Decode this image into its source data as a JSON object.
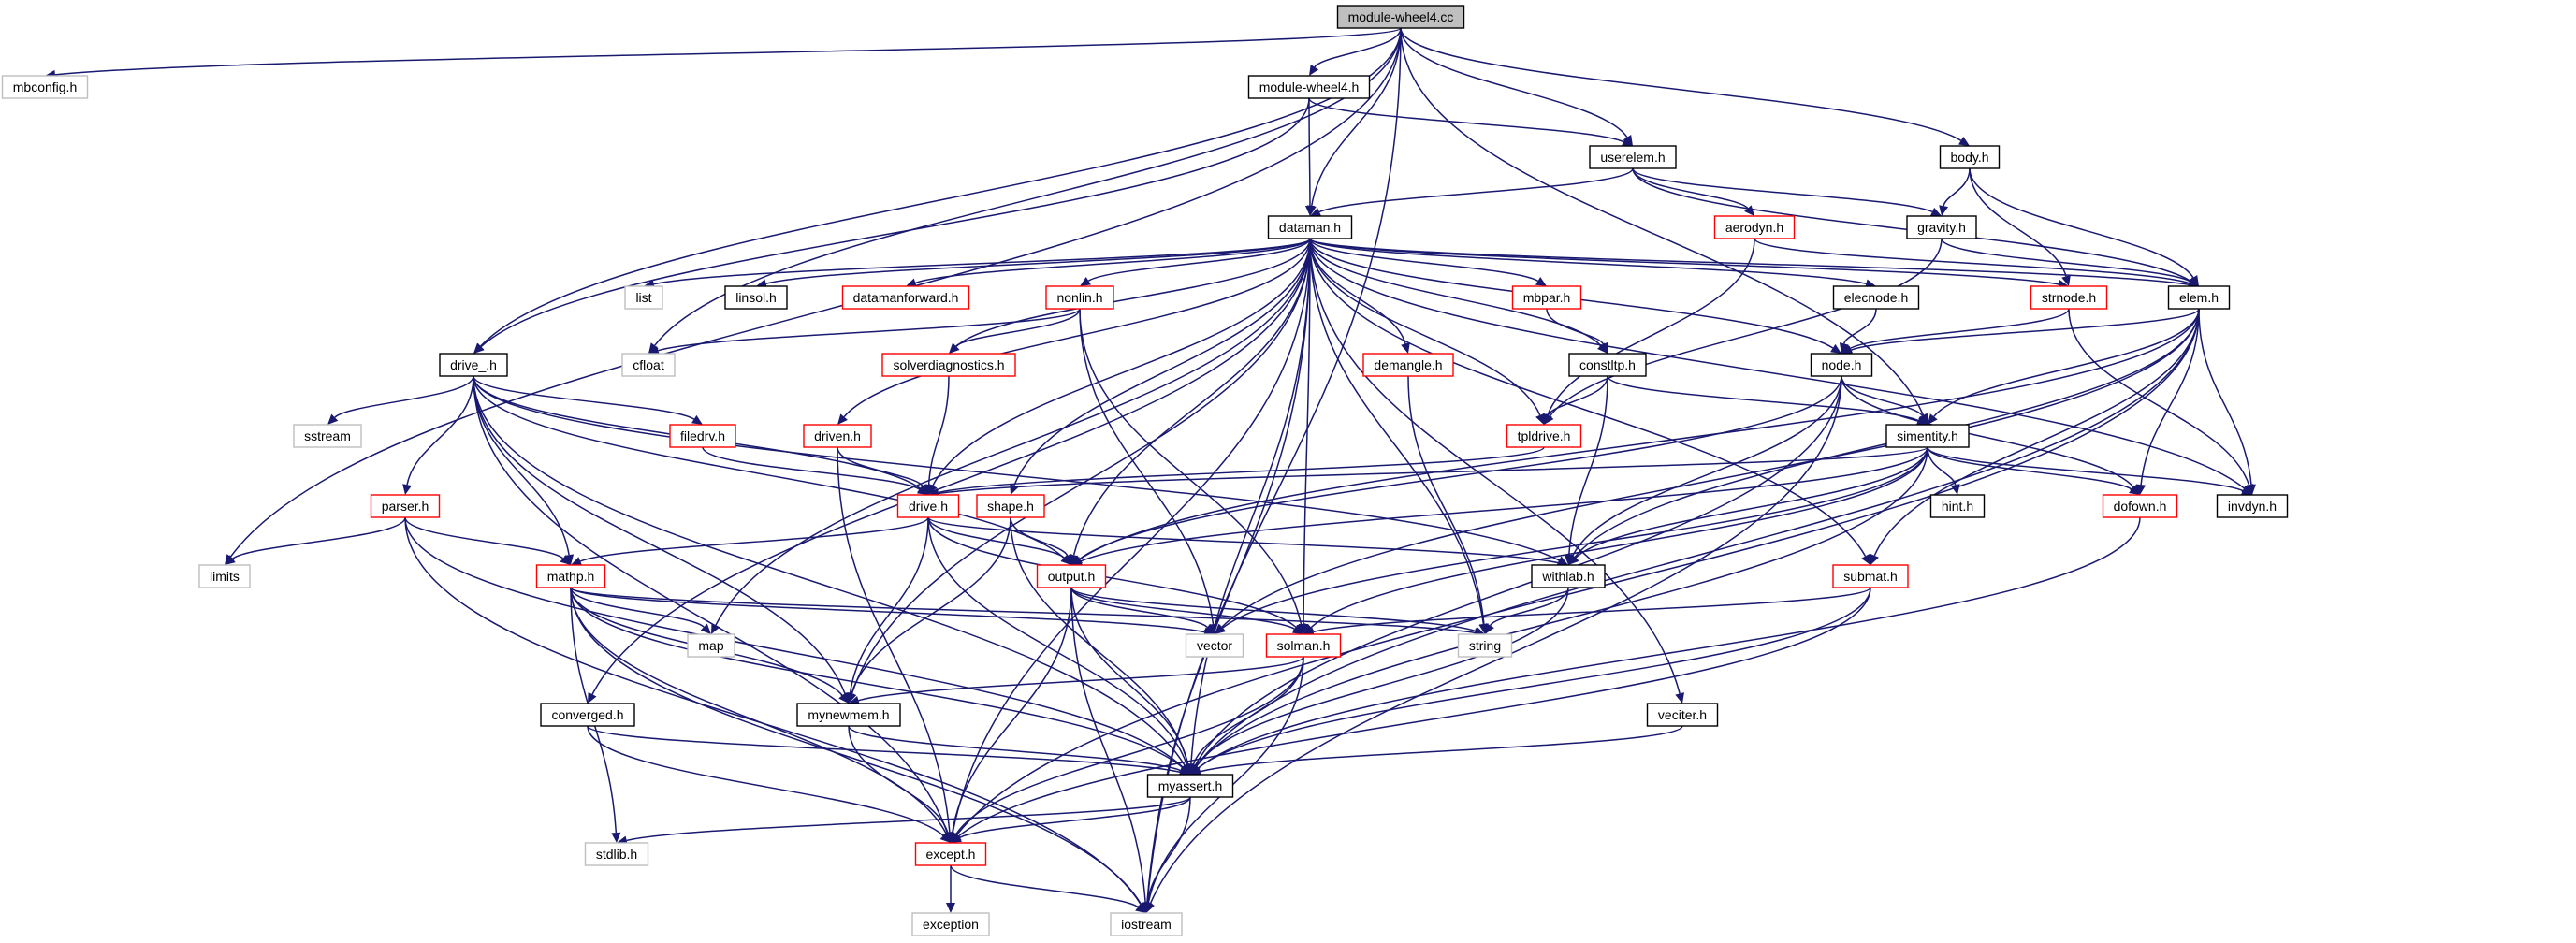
{
  "colors": {
    "edge": "#191970",
    "root_fill": "#bfbfbf",
    "border_black": "#000000",
    "border_red": "#ff0000",
    "border_gray": "#bfbfbf",
    "node_fill": "#ffffff"
  },
  "nodes": [
    {
      "id": "module-wheel4.cc",
      "label": "module-wheel4.cc",
      "style": "root"
    },
    {
      "id": "mbconfig.h",
      "label": "mbconfig.h",
      "style": "gray"
    },
    {
      "id": "module-wheel4.h",
      "label": "module-wheel4.h",
      "style": "black"
    },
    {
      "id": "userelem.h",
      "label": "userelem.h",
      "style": "black"
    },
    {
      "id": "body.h",
      "label": "body.h",
      "style": "black"
    },
    {
      "id": "dataman.h",
      "label": "dataman.h",
      "style": "black"
    },
    {
      "id": "aerodyn.h",
      "label": "aerodyn.h",
      "style": "red"
    },
    {
      "id": "gravity.h",
      "label": "gravity.h",
      "style": "black"
    },
    {
      "id": "list",
      "label": "list",
      "style": "gray"
    },
    {
      "id": "linsol.h",
      "label": "linsol.h",
      "style": "black"
    },
    {
      "id": "datamanforward.h",
      "label": "datamanforward.h",
      "style": "red"
    },
    {
      "id": "nonlin.h",
      "label": "nonlin.h",
      "style": "red"
    },
    {
      "id": "mbpar.h",
      "label": "mbpar.h",
      "style": "red"
    },
    {
      "id": "elecnode.h",
      "label": "elecnode.h",
      "style": "black"
    },
    {
      "id": "strnode.h",
      "label": "strnode.h",
      "style": "red"
    },
    {
      "id": "elem.h",
      "label": "elem.h",
      "style": "black"
    },
    {
      "id": "cfloat",
      "label": "cfloat",
      "style": "gray"
    },
    {
      "id": "drive_.h",
      "label": "drive_.h",
      "style": "black"
    },
    {
      "id": "solverdiagnostics.h",
      "label": "solverdiagnostics.h",
      "style": "red"
    },
    {
      "id": "demangle.h",
      "label": "demangle.h",
      "style": "red"
    },
    {
      "id": "constltp.h",
      "label": "constltp.h",
      "style": "black"
    },
    {
      "id": "node.h",
      "label": "node.h",
      "style": "black"
    },
    {
      "id": "sstream",
      "label": "sstream",
      "style": "gray"
    },
    {
      "id": "filedrv.h",
      "label": "filedrv.h",
      "style": "red"
    },
    {
      "id": "driven.h",
      "label": "driven.h",
      "style": "red"
    },
    {
      "id": "tpldrive.h",
      "label": "tpldrive.h",
      "style": "red"
    },
    {
      "id": "simentity.h",
      "label": "simentity.h",
      "style": "black"
    },
    {
      "id": "parser.h",
      "label": "parser.h",
      "style": "red"
    },
    {
      "id": "drive.h",
      "label": "drive.h",
      "style": "red"
    },
    {
      "id": "shape.h",
      "label": "shape.h",
      "style": "red"
    },
    {
      "id": "hint.h",
      "label": "hint.h",
      "style": "black"
    },
    {
      "id": "dofown.h",
      "label": "dofown.h",
      "style": "red"
    },
    {
      "id": "invdyn.h",
      "label": "invdyn.h",
      "style": "black"
    },
    {
      "id": "limits",
      "label": "limits",
      "style": "gray"
    },
    {
      "id": "mathp.h",
      "label": "mathp.h",
      "style": "red"
    },
    {
      "id": "output.h",
      "label": "output.h",
      "style": "red"
    },
    {
      "id": "withlab.h",
      "label": "withlab.h",
      "style": "black"
    },
    {
      "id": "submat.h",
      "label": "submat.h",
      "style": "red"
    },
    {
      "id": "map",
      "label": "map",
      "style": "gray"
    },
    {
      "id": "vector",
      "label": "vector",
      "style": "gray"
    },
    {
      "id": "solman.h",
      "label": "solman.h",
      "style": "red"
    },
    {
      "id": "string",
      "label": "string",
      "style": "gray"
    },
    {
      "id": "converged.h",
      "label": "converged.h",
      "style": "black"
    },
    {
      "id": "mynewmem.h",
      "label": "mynewmem.h",
      "style": "black"
    },
    {
      "id": "veciter.h",
      "label": "veciter.h",
      "style": "black"
    },
    {
      "id": "myassert.h",
      "label": "myassert.h",
      "style": "black"
    },
    {
      "id": "stdlib.h",
      "label": "stdlib.h",
      "style": "gray"
    },
    {
      "id": "except.h",
      "label": "except.h",
      "style": "red"
    },
    {
      "id": "exception",
      "label": "exception",
      "style": "gray"
    },
    {
      "id": "iostream",
      "label": "iostream",
      "style": "gray"
    }
  ],
  "edges": [
    [
      "module-wheel4.cc",
      "mbconfig.h"
    ],
    [
      "module-wheel4.cc",
      "module-wheel4.h"
    ],
    [
      "module-wheel4.cc",
      "userelem.h"
    ],
    [
      "module-wheel4.cc",
      "body.h"
    ],
    [
      "module-wheel4.cc",
      "dataman.h"
    ],
    [
      "module-wheel4.cc",
      "limits"
    ],
    [
      "module-wheel4.cc",
      "cfloat"
    ],
    [
      "module-wheel4.cc",
      "drive_.h"
    ],
    [
      "module-wheel4.cc",
      "simentity.h"
    ],
    [
      "module-wheel4.cc",
      "iostream"
    ],
    [
      "module-wheel4.h",
      "dataman.h"
    ],
    [
      "module-wheel4.h",
      "userelem.h"
    ],
    [
      "module-wheel4.h",
      "drive_.h"
    ],
    [
      "userelem.h",
      "dataman.h"
    ],
    [
      "userelem.h",
      "aerodyn.h"
    ],
    [
      "userelem.h",
      "gravity.h"
    ],
    [
      "userelem.h",
      "elem.h"
    ],
    [
      "body.h",
      "gravity.h"
    ],
    [
      "body.h",
      "elem.h"
    ],
    [
      "body.h",
      "strnode.h"
    ],
    [
      "aerodyn.h",
      "elem.h"
    ],
    [
      "aerodyn.h",
      "tpldrive.h"
    ],
    [
      "gravity.h",
      "elem.h"
    ],
    [
      "gravity.h",
      "tpldrive.h"
    ],
    [
      "dataman.h",
      "list"
    ],
    [
      "dataman.h",
      "linsol.h"
    ],
    [
      "dataman.h",
      "datamanforward.h"
    ],
    [
      "dataman.h",
      "nonlin.h"
    ],
    [
      "dataman.h",
      "mbpar.h"
    ],
    [
      "dataman.h",
      "elecnode.h"
    ],
    [
      "dataman.h",
      "strnode.h"
    ],
    [
      "dataman.h",
      "elem.h"
    ],
    [
      "dataman.h",
      "solverdiagnostics.h"
    ],
    [
      "dataman.h",
      "demangle.h"
    ],
    [
      "dataman.h",
      "constltp.h"
    ],
    [
      "dataman.h",
      "node.h"
    ],
    [
      "dataman.h",
      "driven.h"
    ],
    [
      "dataman.h",
      "tpldrive.h"
    ],
    [
      "dataman.h",
      "drive.h"
    ],
    [
      "dataman.h",
      "shape.h"
    ],
    [
      "dataman.h",
      "output.h"
    ],
    [
      "dataman.h",
      "solman.h"
    ],
    [
      "dataman.h",
      "string"
    ],
    [
      "dataman.h",
      "map"
    ],
    [
      "dataman.h",
      "mynewmem.h"
    ],
    [
      "dataman.h",
      "myassert.h"
    ],
    [
      "dataman.h",
      "veciter.h"
    ],
    [
      "dataman.h",
      "except.h"
    ],
    [
      "dataman.h",
      "converged.h"
    ],
    [
      "dataman.h",
      "submat.h"
    ],
    [
      "dataman.h",
      "invdyn.h"
    ],
    [
      "dataman.h",
      "iostream"
    ],
    [
      "nonlin.h",
      "cfloat"
    ],
    [
      "nonlin.h",
      "solverdiagnostics.h"
    ],
    [
      "nonlin.h",
      "vector"
    ],
    [
      "nonlin.h",
      "solman.h"
    ],
    [
      "mbpar.h",
      "constltp.h"
    ],
    [
      "elecnode.h",
      "node.h"
    ],
    [
      "strnode.h",
      "node.h"
    ],
    [
      "strnode.h",
      "invdyn.h"
    ],
    [
      "elem.h",
      "node.h"
    ],
    [
      "elem.h",
      "simentity.h"
    ],
    [
      "elem.h",
      "dofown.h"
    ],
    [
      "elem.h",
      "invdyn.h"
    ],
    [
      "elem.h",
      "output.h"
    ],
    [
      "elem.h",
      "withlab.h"
    ],
    [
      "elem.h",
      "vector"
    ],
    [
      "elem.h",
      "submat.h"
    ],
    [
      "elem.h",
      "myassert.h"
    ],
    [
      "elem.h",
      "except.h"
    ],
    [
      "drive_.h",
      "sstream"
    ],
    [
      "drive_.h",
      "filedrv.h"
    ],
    [
      "drive_.h",
      "parser.h"
    ],
    [
      "drive_.h",
      "mathp.h"
    ],
    [
      "drive_.h",
      "drive.h"
    ],
    [
      "drive_.h",
      "output.h"
    ],
    [
      "drive_.h",
      "withlab.h"
    ],
    [
      "drive_.h",
      "mynewmem.h"
    ],
    [
      "drive_.h",
      "myassert.h"
    ],
    [
      "drive_.h",
      "except.h"
    ],
    [
      "solverdiagnostics.h",
      "drive.h"
    ],
    [
      "demangle.h",
      "string"
    ],
    [
      "constltp.h",
      "tpldrive.h"
    ],
    [
      "constltp.h",
      "simentity.h"
    ],
    [
      "constltp.h",
      "withlab.h"
    ],
    [
      "node.h",
      "simentity.h"
    ],
    [
      "node.h",
      "dofown.h"
    ],
    [
      "node.h",
      "output.h"
    ],
    [
      "node.h",
      "withlab.h"
    ],
    [
      "node.h",
      "myassert.h"
    ],
    [
      "node.h",
      "iostream"
    ],
    [
      "filedrv.h",
      "drive.h"
    ],
    [
      "driven.h",
      "drive.h"
    ],
    [
      "driven.h",
      "except.h"
    ],
    [
      "tpldrive.h",
      "drive.h"
    ],
    [
      "simentity.h",
      "hint.h"
    ],
    [
      "simentity.h",
      "dofown.h"
    ],
    [
      "simentity.h",
      "invdyn.h"
    ],
    [
      "simentity.h",
      "output.h"
    ],
    [
      "simentity.h",
      "vector"
    ],
    [
      "simentity.h",
      "solman.h"
    ],
    [
      "simentity.h",
      "withlab.h"
    ],
    [
      "simentity.h",
      "myassert.h"
    ],
    [
      "simentity.h",
      "drive.h"
    ],
    [
      "parser.h",
      "limits"
    ],
    [
      "parser.h",
      "mathp.h"
    ],
    [
      "parser.h",
      "myassert.h"
    ],
    [
      "parser.h",
      "iostream"
    ],
    [
      "drive.h",
      "mathp.h"
    ],
    [
      "drive.h",
      "output.h"
    ],
    [
      "drive.h",
      "withlab.h"
    ],
    [
      "drive.h",
      "solman.h"
    ],
    [
      "drive.h",
      "mynewmem.h"
    ],
    [
      "drive.h",
      "myassert.h"
    ],
    [
      "shape.h",
      "output.h"
    ],
    [
      "shape.h",
      "mynewmem.h"
    ],
    [
      "shape.h",
      "myassert.h"
    ],
    [
      "dofown.h",
      "myassert.h"
    ],
    [
      "mathp.h",
      "map"
    ],
    [
      "mathp.h",
      "string"
    ],
    [
      "mathp.h",
      "vector"
    ],
    [
      "mathp.h",
      "mynewmem.h"
    ],
    [
      "mathp.h",
      "myassert.h"
    ],
    [
      "mathp.h",
      "except.h"
    ],
    [
      "mathp.h",
      "stdlib.h"
    ],
    [
      "mathp.h",
      "iostream"
    ],
    [
      "output.h",
      "vector"
    ],
    [
      "output.h",
      "solman.h"
    ],
    [
      "output.h",
      "myassert.h"
    ],
    [
      "output.h",
      "except.h"
    ],
    [
      "output.h",
      "iostream"
    ],
    [
      "output.h",
      "string"
    ],
    [
      "withlab.h",
      "string"
    ],
    [
      "withlab.h",
      "myassert.h"
    ],
    [
      "submat.h",
      "solman.h"
    ],
    [
      "submat.h",
      "myassert.h"
    ],
    [
      "submat.h",
      "except.h"
    ],
    [
      "solman.h",
      "mynewmem.h"
    ],
    [
      "solman.h",
      "myassert.h"
    ],
    [
      "solman.h",
      "except.h"
    ],
    [
      "solman.h",
      "iostream"
    ],
    [
      "converged.h",
      "myassert.h"
    ],
    [
      "converged.h",
      "except.h"
    ],
    [
      "mynewmem.h",
      "myassert.h"
    ],
    [
      "mynewmem.h",
      "except.h"
    ],
    [
      "veciter.h",
      "myassert.h"
    ],
    [
      "myassert.h",
      "except.h"
    ],
    [
      "myassert.h",
      "stdlib.h"
    ],
    [
      "myassert.h",
      "iostream"
    ],
    [
      "except.h",
      "exception"
    ],
    [
      "except.h",
      "iostream"
    ]
  ]
}
